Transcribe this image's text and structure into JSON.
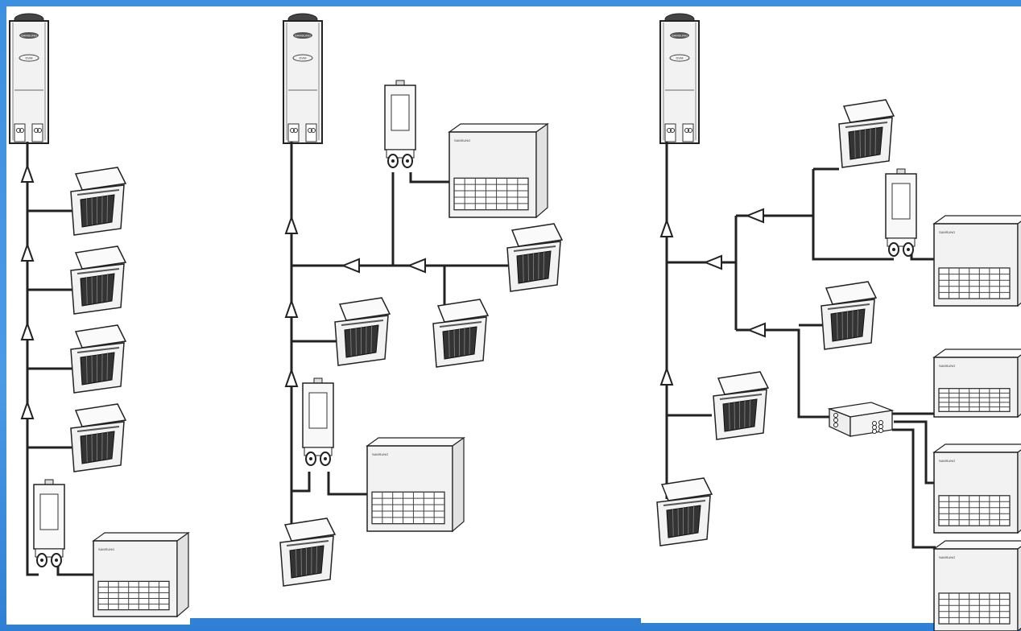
{
  "colors": {
    "background": "#3d8fe0",
    "panel": "#ffffff",
    "line": "#222222",
    "unit_fill": "#f2f2f2",
    "grille": "#333333"
  },
  "outdoor_unit": {
    "brand": "SAMSUNG",
    "series": "DVM"
  },
  "indoor_unit": {
    "brand": "SAMSUNG"
  },
  "diagrams": [
    {
      "name": "line-branch-system"
    },
    {
      "name": "mixed-branch-system"
    },
    {
      "name": "header-branch-system"
    }
  ]
}
